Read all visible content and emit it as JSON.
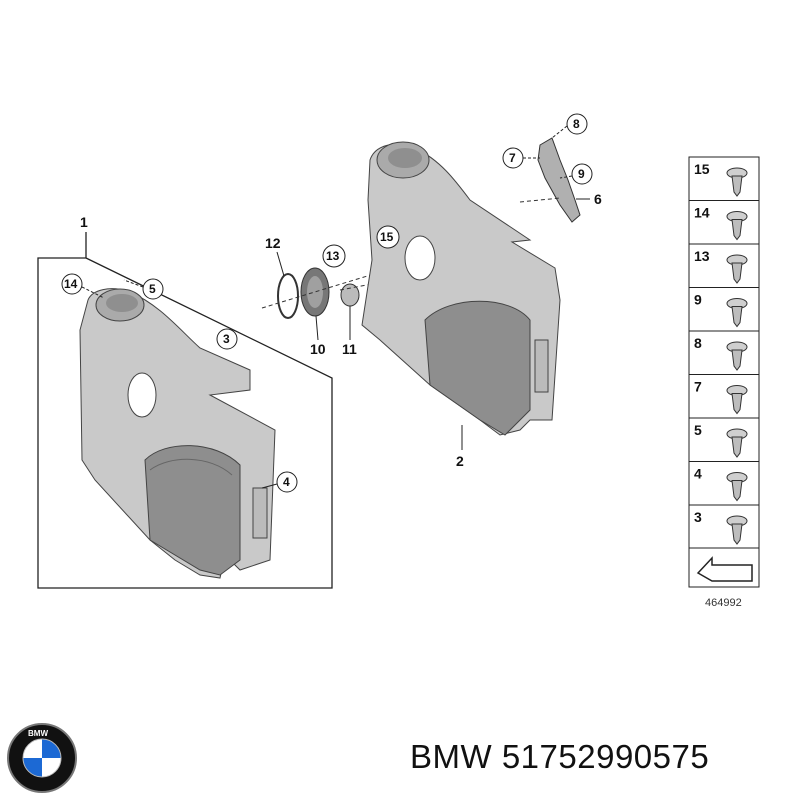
{
  "callouts": {
    "c1": "1",
    "c2": "2",
    "c3": "3",
    "c4": "4",
    "c5": "5",
    "c6": "6",
    "c7": "7",
    "c8": "8",
    "c9": "9",
    "c10": "10",
    "c11": "11",
    "c12": "12",
    "c13": "13",
    "c14": "14",
    "c15": "15"
  },
  "legend": {
    "items": [
      "15",
      "14",
      "13",
      "9",
      "8",
      "7",
      "5",
      "4",
      "3"
    ],
    "reference_number": "464992"
  },
  "logo": {
    "text": "BMW",
    "colors": {
      "blue": "#1c69d4",
      "black": "#000000",
      "white": "#ffffff"
    }
  },
  "caption": {
    "brand": "BMW",
    "part_number": "51752990575"
  },
  "colors": {
    "panel": "#c9c9c9",
    "panel_dark": "#a9a9a9",
    "pocket": "#8e8e8e",
    "outline": "#333333"
  }
}
